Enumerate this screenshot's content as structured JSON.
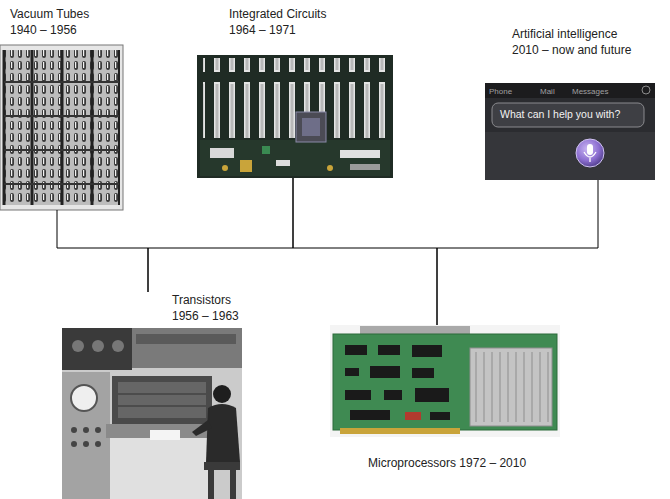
{
  "diagram": {
    "nodes": [
      {
        "text": [
          "Vacuum Tubes",
          "1940 – 1956"
        ]
      },
      {
        "text": [
          "Integrated Circuits",
          "1964 – 1971"
        ]
      },
      {
        "text": [
          "Artificial intelligence",
          "2010 – now and future"
        ]
      },
      {
        "text": [
          "Transistors",
          "1956 – 1963"
        ]
      },
      {
        "text": [
          "Microprocessors 1972 – 2010"
        ]
      }
    ],
    "edges": [
      {
        "from": 0,
        "to": 3,
        "arrow": "none"
      },
      {
        "from": 3,
        "to": 1,
        "arrow": "none"
      },
      {
        "from": 1,
        "to": 4,
        "arrow": "none"
      },
      {
        "from": 4,
        "to": 2,
        "arrow": "none"
      }
    ],
    "labels": [
      "Phone",
      "Mail",
      "Messages",
      "What can I help you with?"
    ]
  }
}
